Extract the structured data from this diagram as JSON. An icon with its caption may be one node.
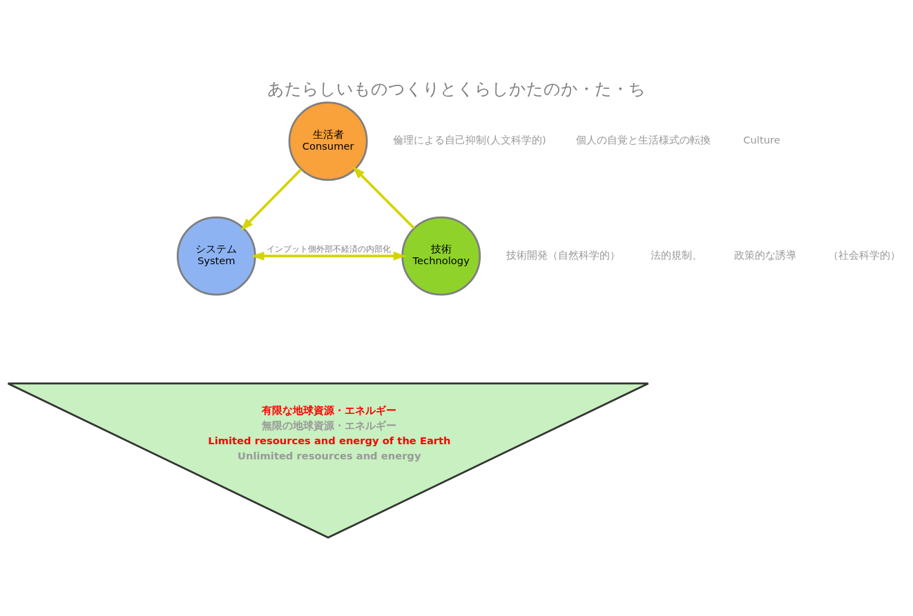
{
  "diagram": {
    "title": "あたらしいものつくりとくらしかたのか・た・ち",
    "nodes": [
      {
        "text": [
          "生活者",
          "Consumer"
        ]
      },
      {
        "text": [
          "システム",
          "System"
        ]
      },
      {
        "text": [
          "技術",
          "Technology"
        ]
      },
      {
        "text": [
          "有限な地球資源・エネルギー",
          "無限の地球資源・エネルギー",
          "Limited resources and energy of the Earth",
          "Unlimited resources and energy"
        ]
      }
    ],
    "edges": [
      {
        "from": 0,
        "to": 1,
        "arrow": "to"
      },
      {
        "from": 2,
        "to": 0,
        "arrow": "to"
      },
      {
        "from": 1,
        "to": 2,
        "arrow": "both",
        "label": "インプット側外部不経済の内部化"
      }
    ],
    "labels": [
      "倫理による自己抑制(人文科学的)",
      "個人の自覚と生活様式の転換",
      "Culture",
      "技術開発（自然科学的）",
      "法的規制、",
      "政策的な誘導",
      "（社会科学的）"
    ]
  }
}
